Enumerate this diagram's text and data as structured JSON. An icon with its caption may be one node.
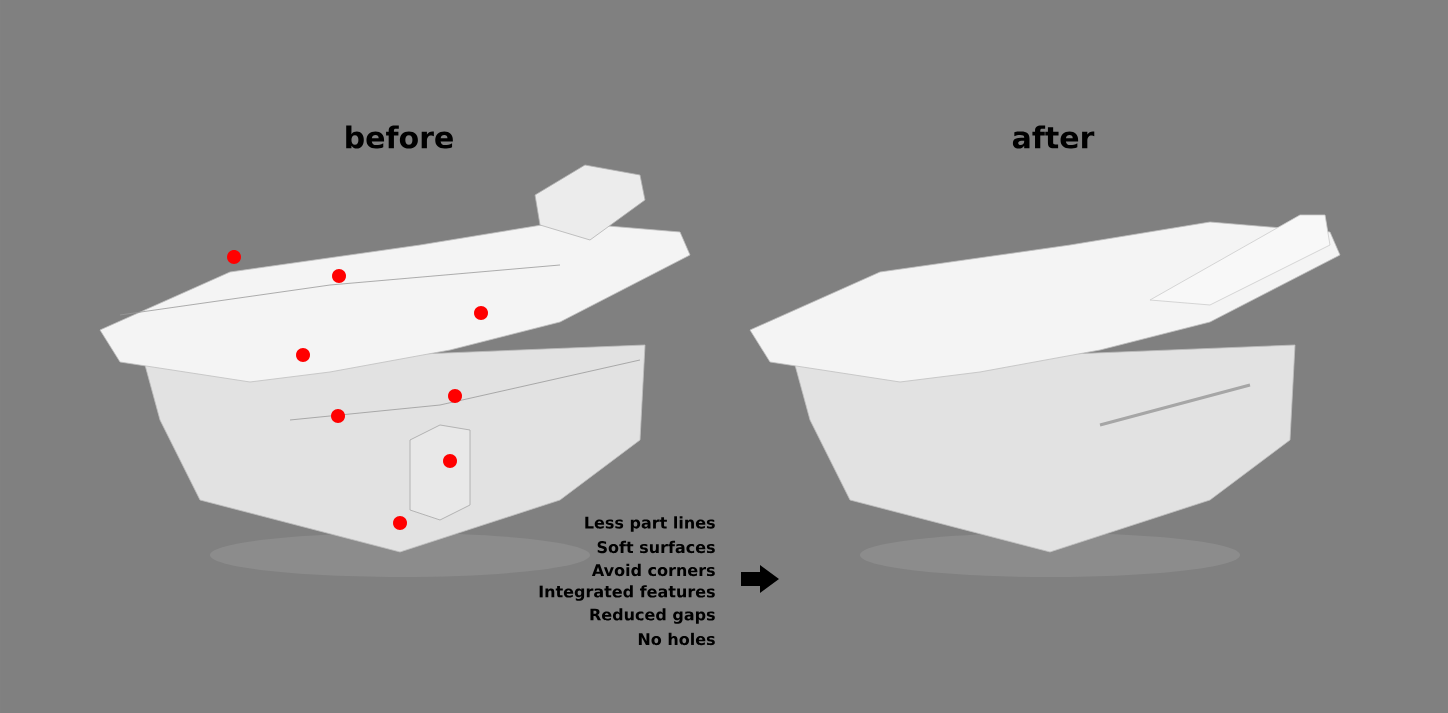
{
  "diagram": {
    "labels": [
      "before",
      "after",
      "Less part lines",
      "Soft surfaces",
      "Avoid corners",
      "Integrated features",
      "Reduced gaps",
      "No holes"
    ]
  }
}
